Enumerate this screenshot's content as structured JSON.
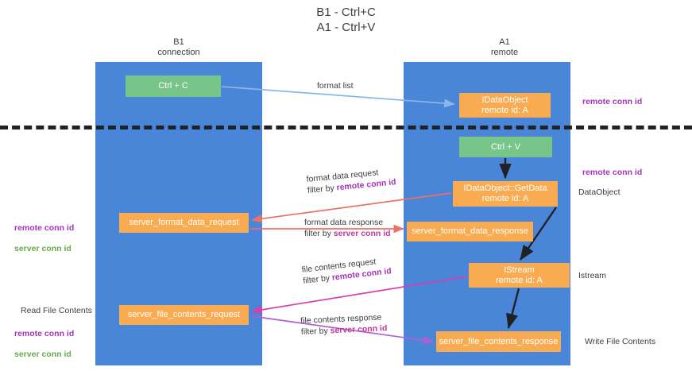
{
  "title": "B1 - Ctrl+C\nA1 - Ctrl+V",
  "columns": {
    "left": "B1\nconnection",
    "right": "A1\nremote"
  },
  "nodes": {
    "ctrl_c": "Ctrl + C",
    "ctrl_v": "Ctrl + V",
    "idataobject": "IDataObject\nremote id: A",
    "getdata": "IDataObject::GetData\nremote id: A",
    "istream": "IStream\nremote id: A",
    "server_format_data_request": "server_format_data_request",
    "server_format_data_response": "server_format_data_response",
    "server_file_contents_request": "server_file_contents_request",
    "server_file_contents_response": "server_file_contents_response"
  },
  "edges": {
    "format_list": "format list",
    "format_data_request": "format data request",
    "format_data_request_filter_prefix": "filter by ",
    "format_data_request_filter_value": "remote conn id",
    "format_data_response": "format data response",
    "format_data_response_filter_prefix": "filter by ",
    "format_data_response_filter_value": "server conn id",
    "file_contents_request": "file contents request",
    "file_contents_request_filter_prefix": "filter by ",
    "file_contents_request_filter_value": "remote conn id",
    "file_contents_response": "file contents response",
    "file_contents_response_filter_prefix": "filter by ",
    "file_contents_response_filter_value": "server conn id"
  },
  "annotations": {
    "remote_conn_id_top": "remote conn id",
    "remote_conn_id_mid": "remote conn id",
    "dataobject": "DataObject",
    "istream": "Istream",
    "write_file_contents": "Write File Contents",
    "read_file_contents": "Read File Contents",
    "left_remote_conn_id": "remote conn id",
    "left_server_conn_id": "server conn id",
    "left_remote_conn_id_2": "remote conn id",
    "left_server_conn_id_2": "server conn id"
  },
  "colors": {
    "lane": "#4a86d8",
    "node_green": "#78c58a",
    "node_orange": "#f9ab52",
    "remote_conn_id": "#a334b8",
    "server_conn_id": "#6aa84f",
    "filter_server": "#c2379c",
    "arrow_blue": "#8ab6e8",
    "arrow_red": "#e8726a",
    "arrow_magenta": "#d63fae",
    "arrow_purple": "#b05fd0",
    "arrow_black": "#202124",
    "separator": "#202124",
    "text": "#3c4043"
  }
}
